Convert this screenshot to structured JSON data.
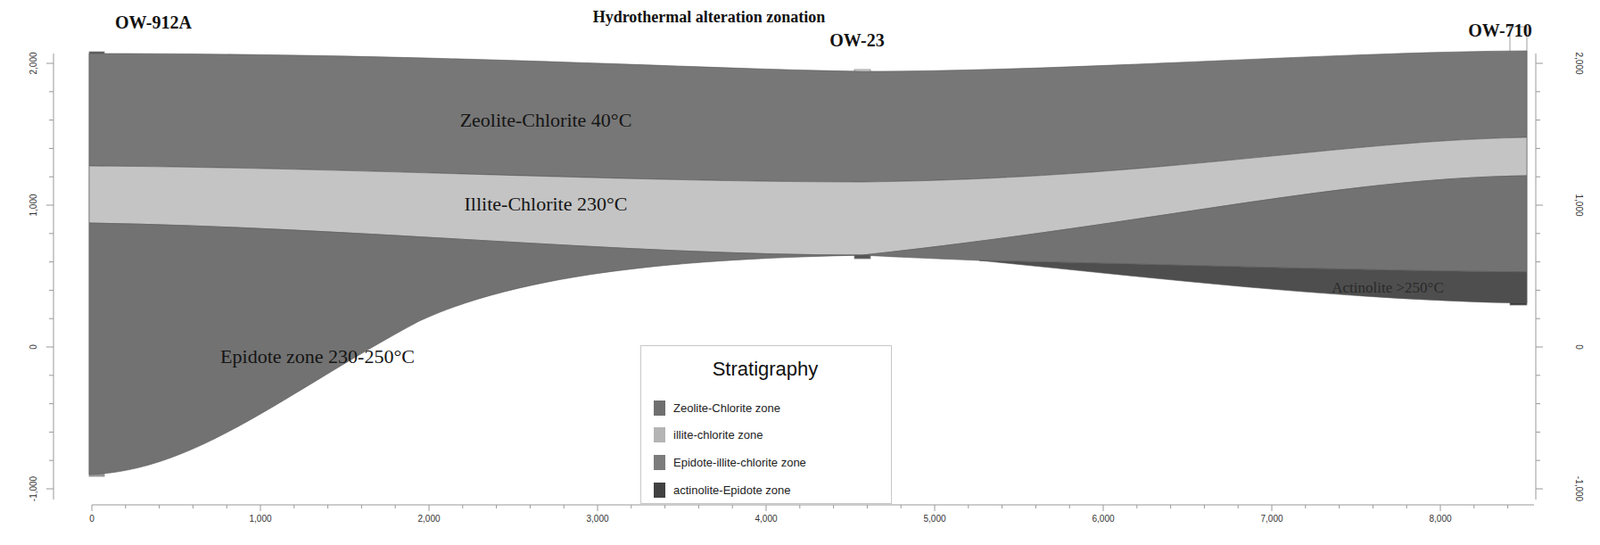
{
  "diagram": {
    "title": "Hydrothermal alteration zonation",
    "nodes": [
      {
        "text": [
          "Zeolite-Chlorite 40°C"
        ]
      },
      {
        "text": [
          "Illite-Chlorite 230°C"
        ]
      },
      {
        "text": [
          "Epidote zone 230-250°C"
        ]
      },
      {
        "text": [
          "Actinolite >250°C"
        ]
      }
    ],
    "labels": [
      "OW-912A",
      "OW-23",
      "OW-710",
      "Stratigraphy",
      "2,000",
      "1,000",
      "0",
      "-1,000",
      "2,000",
      "1,000",
      "0",
      "-1,000",
      "0",
      "1,000",
      "2,000",
      "3,000",
      "4,000",
      "5,000",
      "6,000",
      "7,000",
      "8,000"
    ],
    "legend": [
      {
        "text": "Zeolite-Chlorite zone",
        "color": "#6f6f6f"
      },
      {
        "text": "illite-chlorite zone",
        "color": "#b4b4b4"
      },
      {
        "text": "Epidote-illite-chlorite zone",
        "color": "#7c7c7c"
      },
      {
        "text": "actinolite-Epidote zone",
        "color": "#414141"
      }
    ]
  }
}
